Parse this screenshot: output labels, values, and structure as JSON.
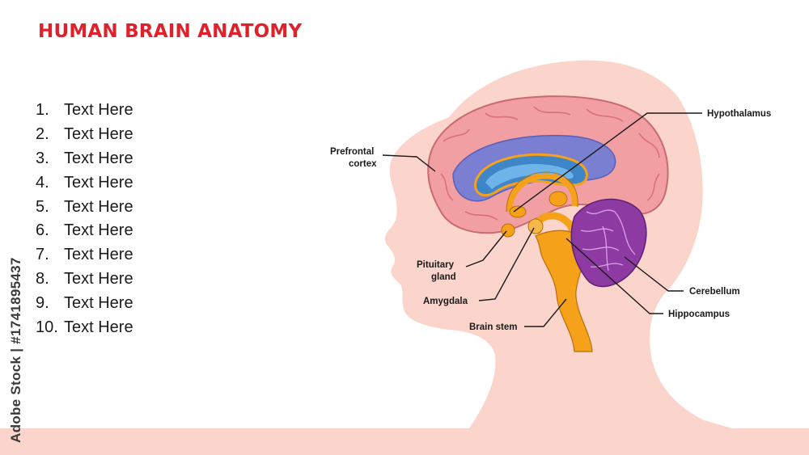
{
  "title": "HUMAN BRAIN ANATOMY",
  "list": [
    {
      "num": "1.",
      "text": "Text Here"
    },
    {
      "num": "2.",
      "text": "Text Here"
    },
    {
      "num": "3.",
      "text": "Text Here"
    },
    {
      "num": "4.",
      "text": "Text Here"
    },
    {
      "num": "5.",
      "text": "Text Here"
    },
    {
      "num": "6.",
      "text": "Text Here"
    },
    {
      "num": "7.",
      "text": "Text Here"
    },
    {
      "num": "8.",
      "text": "Text Here"
    },
    {
      "num": "9.",
      "text": "Text Here"
    },
    {
      "num": "10.",
      "text": "Text Here"
    }
  ],
  "labels": {
    "hypothalamus": "Hypothalamus",
    "prefrontal_1": "Prefrontal",
    "prefrontal_2": "cortex",
    "pituitary_1": "Pituitary",
    "pituitary_2": "gland",
    "amygdala": "Amygdala",
    "brain_stem": "Brain stem",
    "cerebellum": "Cerebellum",
    "hippocampus": "Hippocampus"
  },
  "watermark": "Adobe Stock | #1741895437",
  "colors": {
    "title": "#e0202a",
    "head_silhouette": "#fbd4cb",
    "cortex": "#f08a8f",
    "ventricle": "#7b7fd1",
    "corpus": "#3f86c9",
    "limbic": "#f5a21a",
    "cerebellum": "#8e3aa3"
  }
}
